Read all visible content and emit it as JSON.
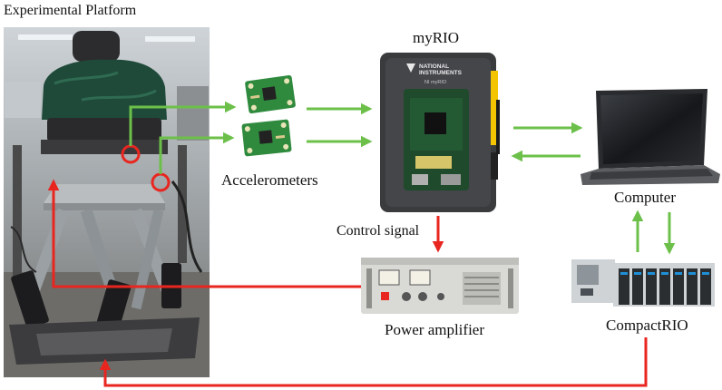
{
  "labels": {
    "platform": "Experimental Platform",
    "myrio": "myRIO",
    "accelerometers": "Accelerometers",
    "computer": "Computer",
    "control_signal": "Control signal",
    "power_amplifier": "Power amplifier",
    "compactrio": "CompactRIO"
  },
  "device_text": {
    "myrio_brand_line1": "NATIONAL",
    "myrio_brand_line2": "INSTRUMENTS",
    "myrio_model": "NI myRIO"
  },
  "colors": {
    "green_arrow": "#6cc04a",
    "red_arrow": "#e8261f",
    "myrio_body": "#3a3b3d",
    "pcb_green": "#2f8a3e"
  }
}
